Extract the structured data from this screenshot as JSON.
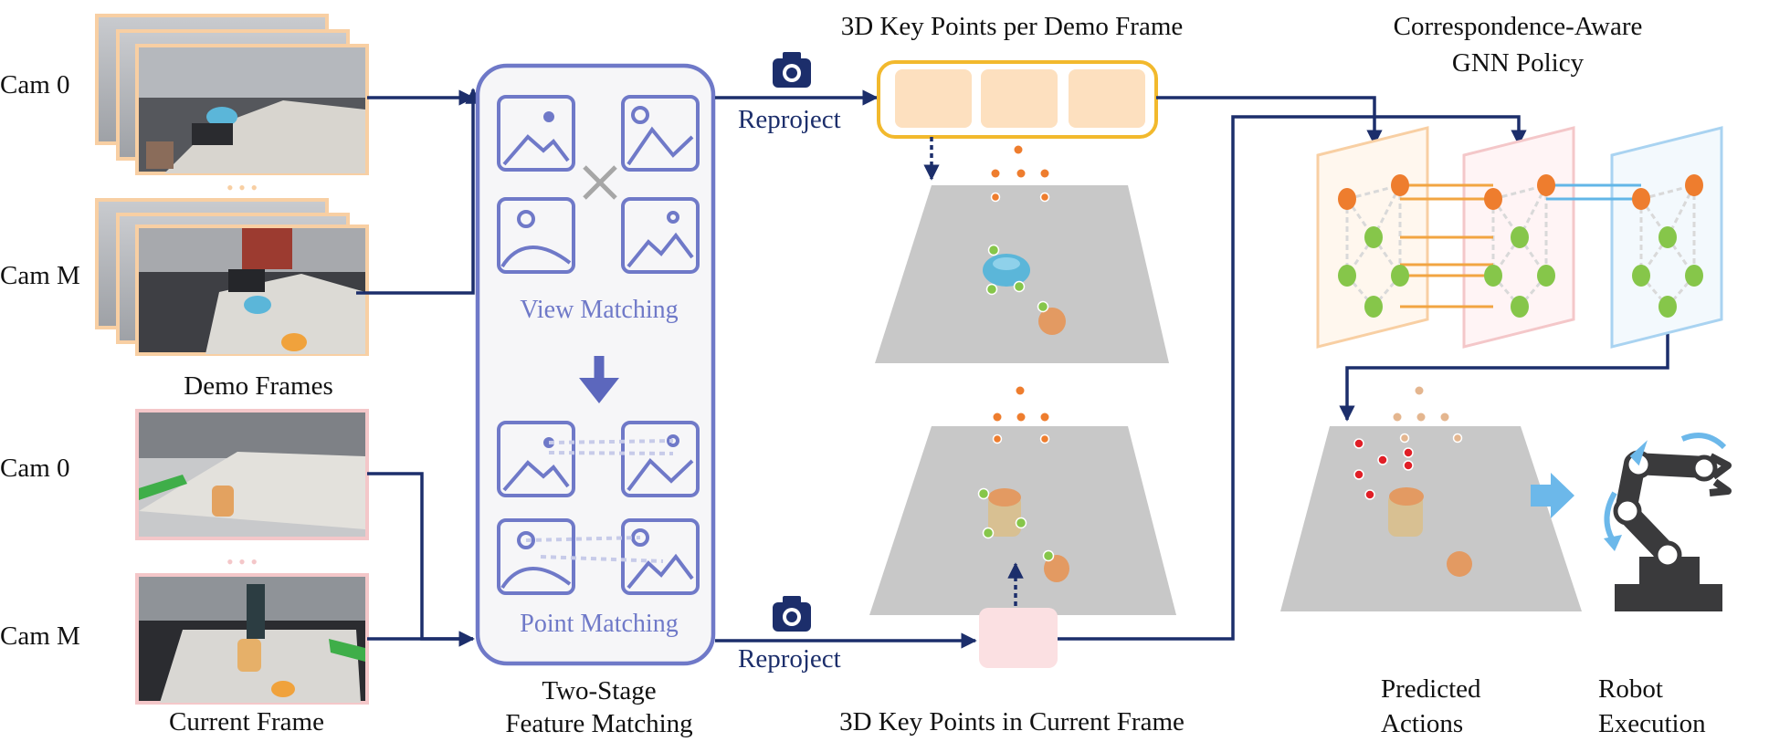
{
  "colors": {
    "navy": "#1c2e6b",
    "panel": "#6f79c8",
    "demo_border": "#f8cfa3",
    "current_border": "#f4c7c9",
    "keypoint_box": "#f2b92d",
    "keypoint_fill": "#fde0bf",
    "current_kp_fill": "#fbe0e2",
    "orange_node": "#ee7d2e",
    "green_node": "#86c64a",
    "red_point": "#e01f27",
    "arrow_blue": "#6cb8ea",
    "table": "#c8c8c8"
  },
  "inputs": {
    "cam0_demo": "Cam 0",
    "camM_demo": "Cam M",
    "demo_caption": "Demo Frames",
    "cam0_current": "Cam 0",
    "camM_current": "Cam M",
    "current_caption": "Current Frame",
    "ellipsis": "• • •"
  },
  "matching": {
    "view_label": "View Matching",
    "point_label": "Point Matching",
    "caption_line1": "Two-Stage",
    "caption_line2": "Feature Matching"
  },
  "reproject": {
    "top": "Reproject",
    "bottom": "Reproject"
  },
  "keypoints": {
    "demo_title": "3D Key Points per Demo Frame",
    "current_title": "3D Key Points in Current Frame"
  },
  "policy": {
    "title_line1": "Correspondence-Aware",
    "title_line2": "GNN Policy"
  },
  "outputs": {
    "predicted_line1": "Predicted",
    "predicted_line2": "Actions",
    "robot_line1": "Robot",
    "robot_line2": "Execution"
  }
}
